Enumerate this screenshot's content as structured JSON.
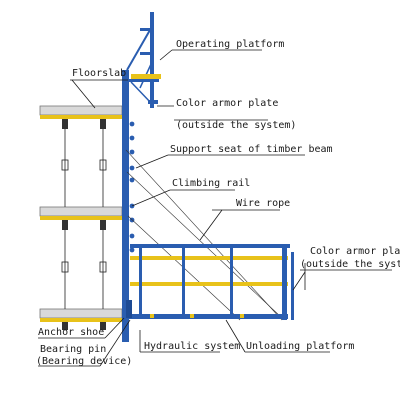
{
  "labels": {
    "operating_platform": "Operating platform",
    "floorslab": "Floorslab",
    "color_armor_plate_top_1": "Color armor plate",
    "color_armor_plate_top_2": "(outside the system)",
    "support_seat": "Support seat of timber beam",
    "climbing_rail": "Climbing rail",
    "wire_rope": "Wire rope",
    "color_armor_plate_right_1": "Color armor plate",
    "color_armor_plate_right_2": "(outside the system)",
    "anchor_shoe": "Anchor shoe",
    "bearing_pin_1": "Bearing pin",
    "bearing_pin_2": "(Bearing device)",
    "hydraulic_system": "Hydraulic system",
    "unloading_platform": "Unloading platform"
  },
  "colors": {
    "steel": "#2a5db0",
    "beam": "#e8c21a",
    "slab": "#d9d9d9",
    "line": "#1a1a1a"
  }
}
